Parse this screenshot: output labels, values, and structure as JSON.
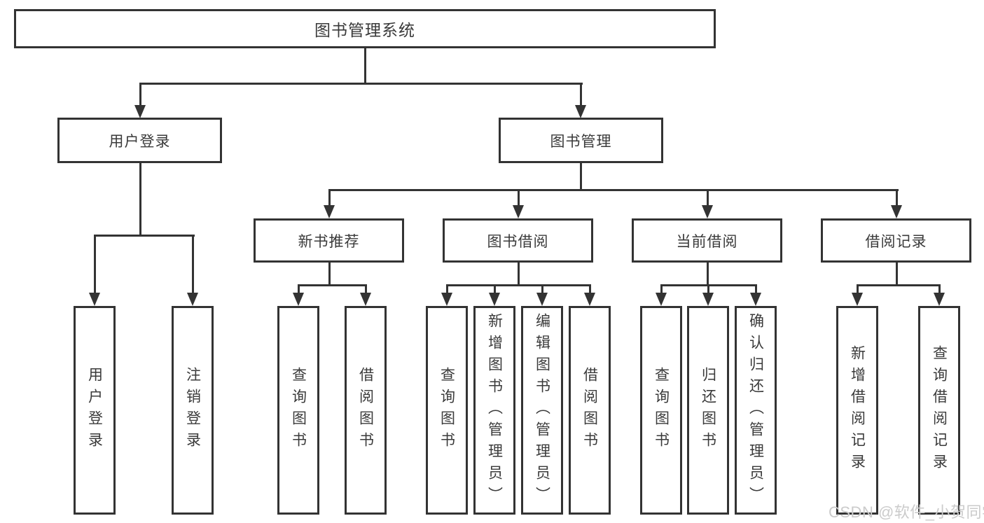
{
  "diagram": {
    "root": {
      "label": "图书管理系统"
    },
    "level2": [
      {
        "label": "用户登录"
      },
      {
        "label": "图书管理"
      }
    ],
    "modules": [
      {
        "label": "新书推荐"
      },
      {
        "label": "图书借阅"
      },
      {
        "label": "当前借阅"
      },
      {
        "label": "借阅记录"
      }
    ],
    "leaves": {
      "user_login": [
        "用户登录",
        "注销登录"
      ],
      "new_books": [
        "查询图书",
        "借阅图书"
      ],
      "book_borrow": [
        "查询图书",
        "新增图书（管理员）",
        "编辑图书（管理员）",
        "借阅图书"
      ],
      "current_borrow": [
        "查询图书",
        "归还图书",
        "确认归还（管理员）"
      ],
      "borrow_records": [
        "新增借阅记录",
        "查询借阅记录"
      ]
    },
    "watermark": "CSDN @软件_小贺同学"
  }
}
